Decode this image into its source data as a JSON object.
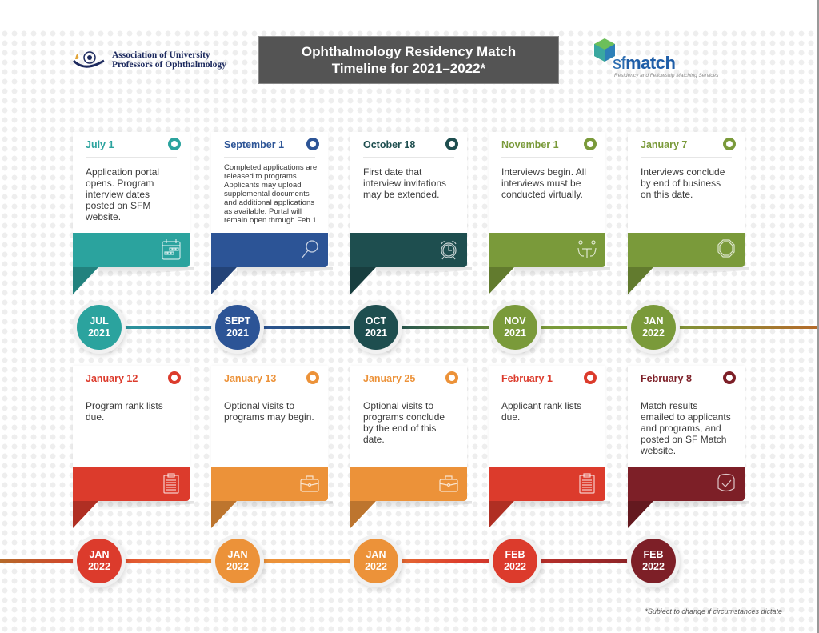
{
  "header": {
    "org_name_line1": "Association of University",
    "org_name_line2": "Professors of Ophthalmology",
    "title_line1": "Ophthalmology Residency Match",
    "title_line2": "Timeline for 2021–2022*",
    "sf_logo_prefix": "sf",
    "sf_logo_word": "match",
    "sf_logo_tagline": "Residency and Fellowship Matching Services"
  },
  "colors": {
    "teal": "#2ba39e",
    "blue": "#2c5496",
    "dark_teal": "#1e4e4f",
    "olive": "#7a9a3a",
    "red": "#dc3b2c",
    "orange": "#ec9239",
    "maroon": "#7d1f27"
  },
  "row1": [
    {
      "date": "July 1",
      "description": "Application portal opens. Program interview dates posted on SFM website.",
      "month": "JUL",
      "year": "2021",
      "icon": "calendar-icon",
      "color": "#2ba39e"
    },
    {
      "date": "September 1",
      "description": "Completed applications are released to programs. Applicants may upload supplemental documents and additional applications as available. Portal will remain open through Feb 1.",
      "month": "SEPT",
      "year": "2021",
      "icon": "magnifier-icon",
      "color": "#2c5496"
    },
    {
      "date": "October 18",
      "description": "First date that interview invitations may be extended.",
      "month": "OCT",
      "year": "2021",
      "icon": "alarm-clock-icon",
      "color": "#1e4e4f"
    },
    {
      "date": "November 1",
      "description": "Interviews begin. All interviews must be conducted virtually.",
      "month": "NOV",
      "year": "2021",
      "icon": "interview-table-icon",
      "color": "#7a9a3a"
    },
    {
      "date": "January 7",
      "description": "Interviews conclude by end of business on this date.",
      "month": "JAN",
      "year": "2022",
      "icon": "stop-octagon-icon",
      "color": "#7a9a3a"
    }
  ],
  "row2": [
    {
      "date": "January 12",
      "description": "Program rank lists due.",
      "month": "JAN",
      "year": "2022",
      "icon": "clipboard-icon",
      "color": "#dc3b2c"
    },
    {
      "date": "January 13",
      "description": "Optional visits to programs may begin.",
      "month": "JAN",
      "year": "2022",
      "icon": "briefcase-icon",
      "color": "#ec9239"
    },
    {
      "date": "January 25",
      "description": "Optional visits to programs conclude by the end of this date.",
      "month": "JAN",
      "year": "2022",
      "icon": "briefcase-icon",
      "color": "#ec9239"
    },
    {
      "date": "February 1",
      "description": "Applicant rank lists due.",
      "month": "FEB",
      "year": "2022",
      "icon": "clipboard-icon",
      "color": "#dc3b2c"
    },
    {
      "date": "February 8",
      "description": "Match results emailed to applicants and programs, and posted on SF Match website.",
      "month": "FEB",
      "year": "2022",
      "icon": "shield-check-icon",
      "color": "#7d1f27"
    }
  ],
  "footnote": "*Subject to change if circumstances dictate"
}
